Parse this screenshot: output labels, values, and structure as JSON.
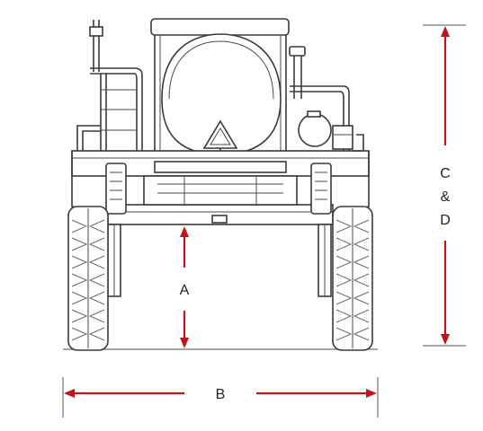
{
  "diagram": {
    "subject": "sprayer-front-view",
    "dimensions": [
      {
        "key": "A",
        "label": "A"
      },
      {
        "key": "B",
        "label": "B"
      },
      {
        "key": "CD",
        "lines": [
          "C",
          "&",
          "D"
        ]
      }
    ],
    "colors": {
      "dimension_arrow": "#c0141b",
      "outline": "#3a3a3a",
      "background": "#ffffff"
    }
  }
}
